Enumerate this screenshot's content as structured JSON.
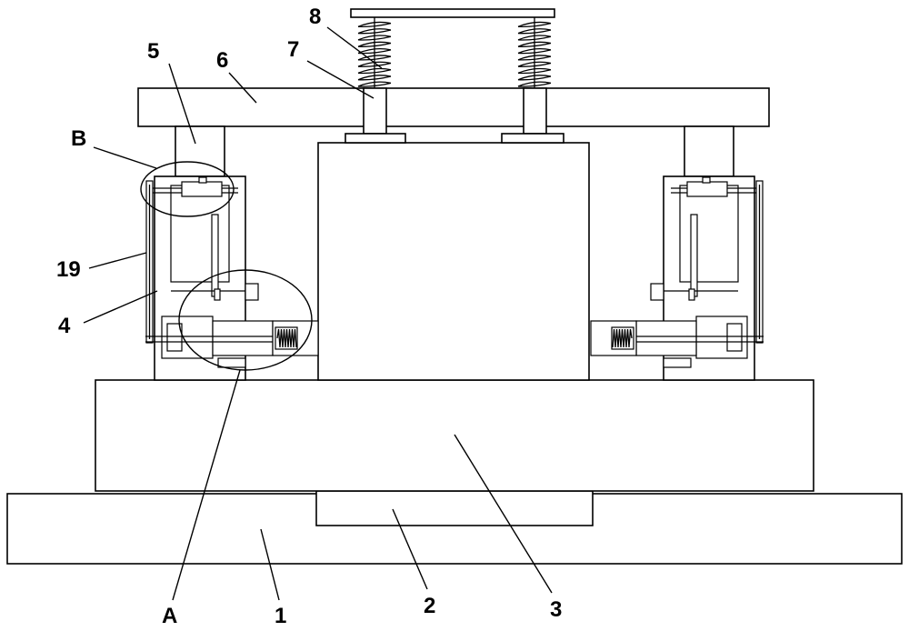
{
  "labels": {
    "l1": "1",
    "l2": "2",
    "l3": "3",
    "l4": "4",
    "l5": "5",
    "l6": "6",
    "l7": "7",
    "l8": "8",
    "l19": "19",
    "lA": "A",
    "lB": "B"
  }
}
